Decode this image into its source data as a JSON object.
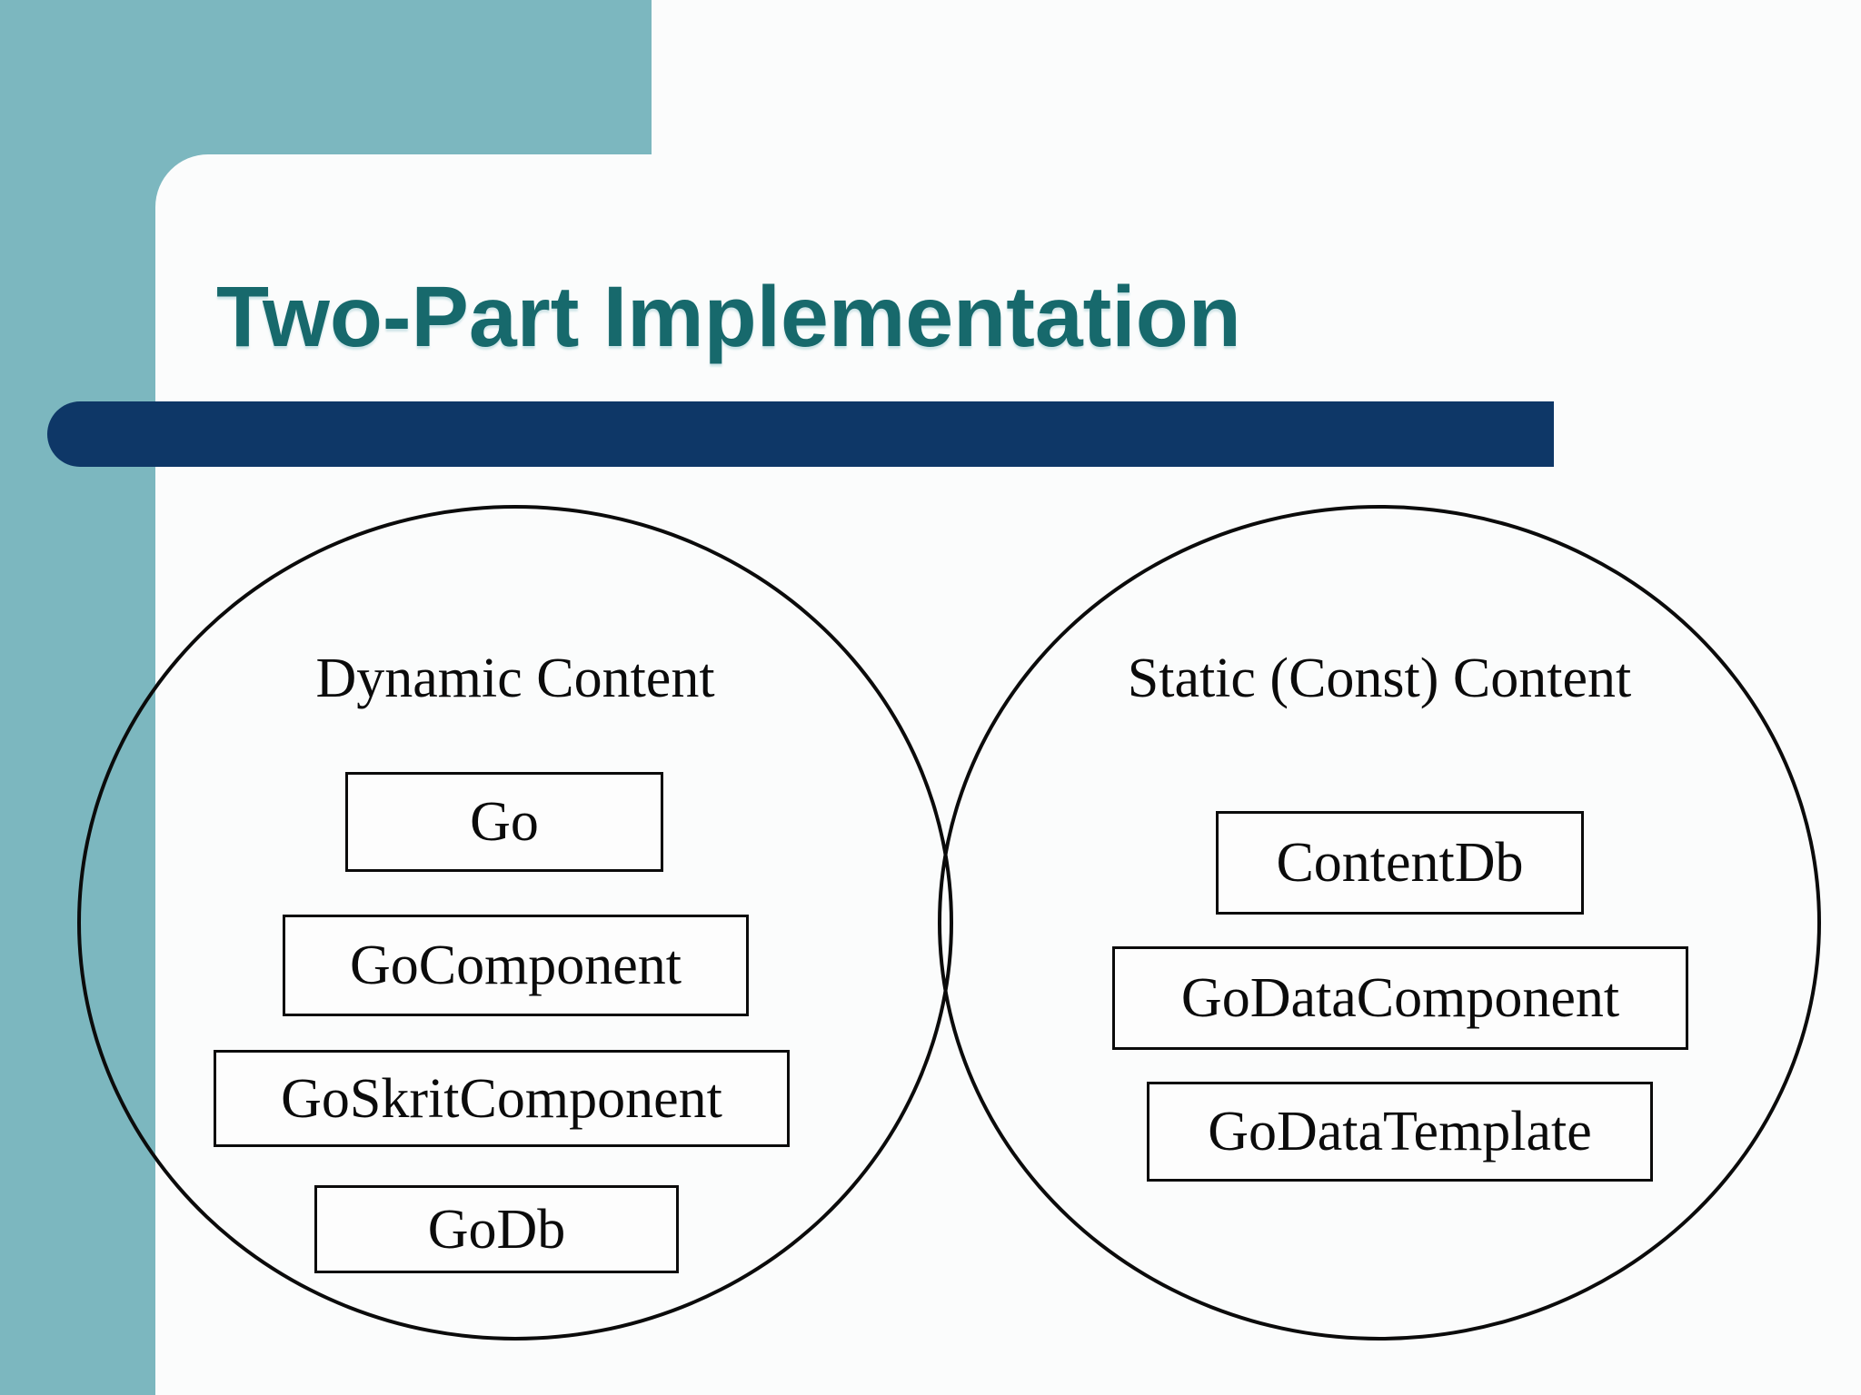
{
  "slide_title": "Two-Part Implementation",
  "colors": {
    "teal": "#7cb7bf",
    "navy": "#0e3767",
    "title_teal": "#17696c",
    "background": "#fbfcfc",
    "ink": "#0b0b0b"
  },
  "diagram": {
    "left_circle": {
      "label": "Dynamic Content",
      "items": [
        "Go",
        "GoComponent",
        "GoSkritComponent",
        "GoDb"
      ]
    },
    "right_circle": {
      "label": "Static (Const) Content",
      "items": [
        "ContentDb",
        "GoDataComponent",
        "GoDataTemplate"
      ]
    }
  }
}
